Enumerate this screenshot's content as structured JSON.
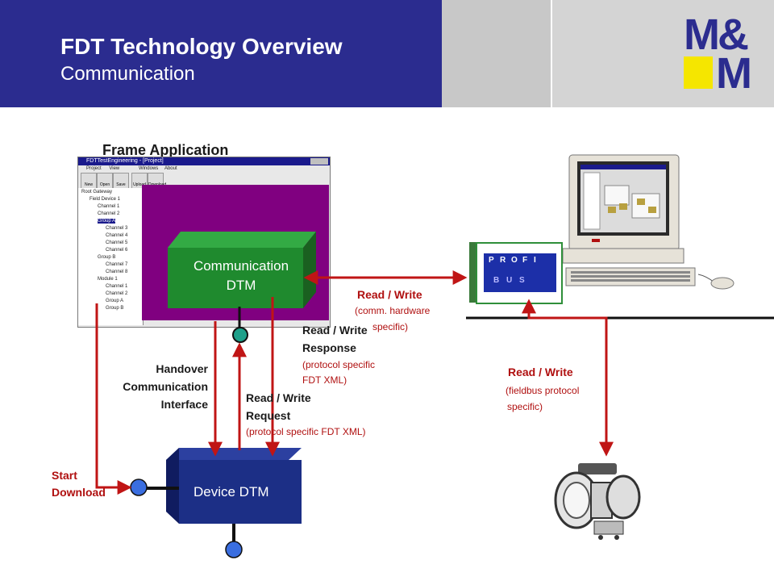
{
  "header": {
    "title": "FDT Technology Overview",
    "subtitle": "Communication",
    "logo_text_top": "M&",
    "logo_text_bottom": "M",
    "colors": {
      "band": "#2b2c8f",
      "logo_square": "#f5e600"
    }
  },
  "frame_application": {
    "label": "Frame Application",
    "window_title": "FDTTestEngineering - [Project]",
    "menu": [
      "Project",
      "View",
      "Windows",
      "About"
    ],
    "toolbar": [
      "New",
      "Open",
      "Save",
      "Upload",
      "Download"
    ],
    "tree": [
      "Root Gateway",
      "Field Device 1",
      "Channel 1",
      "Channel 2",
      "Group A",
      "Channel 3",
      "Channel 4",
      "Channel 5",
      "Channel 6",
      "Group B",
      "Channel 7",
      "Channel 8",
      "Module 1",
      "Channel 1",
      "Channel 2",
      "Group A",
      "Group B"
    ]
  },
  "communication_dtm": {
    "line1": "Communication",
    "line2": "DTM",
    "color": "#1f8a2e"
  },
  "device_dtm": {
    "label": "Device DTM",
    "color": "#1c2f86"
  },
  "labels": {
    "rw_comm_title": "Read / Write",
    "rw_comm_detail_1": "(comm. hardware",
    "rw_comm_detail_2": "specific)",
    "rw_response_1": "Read / Write",
    "rw_response_2": "Response",
    "rw_response_detail_1": "(protocol specific",
    "rw_response_detail_2": "FDT XML)",
    "handover_1": "Handover",
    "handover_2": "Communication",
    "handover_3": "Interface",
    "rw_request_1": "Read / Write",
    "rw_request_2": "Request",
    "rw_request_detail": "(protocol specific FDT XML)",
    "rw_fieldbus_title": "Read / Write",
    "rw_fieldbus_detail_1": "(fieldbus protocol",
    "rw_fieldbus_detail_2": "specific)",
    "start_download_1": "Start",
    "start_download_2": "Download"
  },
  "profibus": {
    "top_letters": [
      "P",
      "R",
      "O",
      "F",
      "I"
    ],
    "bottom_letters": [
      "B",
      "U",
      "S"
    ]
  },
  "arrow_color": "#c01515"
}
